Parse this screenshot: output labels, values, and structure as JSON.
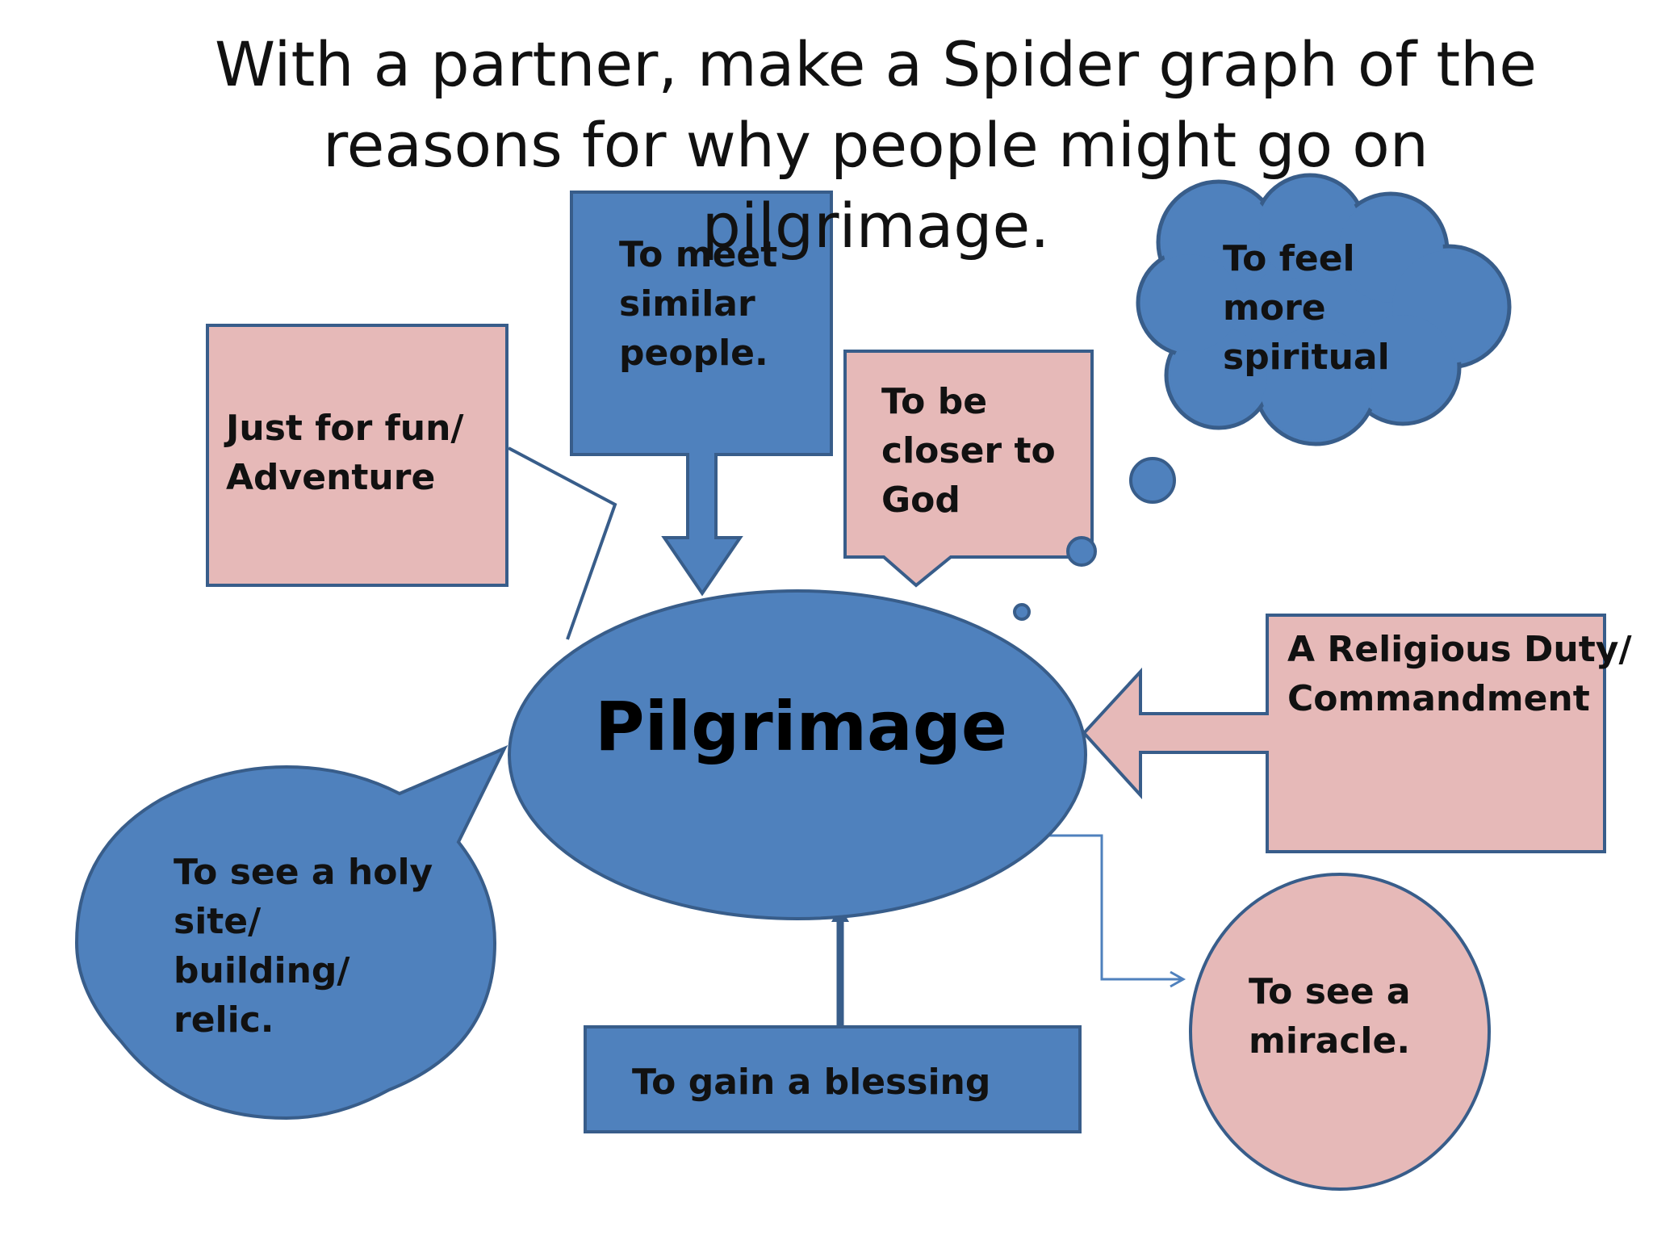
{
  "title": "With a partner, make a Spider graph of the reasons for why people might go on pilgrimage.",
  "center": "Pilgrimage",
  "reasons": {
    "fun": "Just for fun/\nAdventure",
    "meet": "To meet\nsimilar\npeople.",
    "closer": "To be\ncloser to\nGod",
    "spiritual": "To feel\nmore\nspiritual",
    "duty": "A Religious Duty/\nCommandment",
    "holy": "To see a holy\nsite/\nbuilding/\nrelic.",
    "blessing": "To gain a blessing",
    "miracle": "To see a\nmiracle."
  },
  "colors": {
    "blue": "#4f81bd",
    "blue_dark": "#385d8a",
    "pink": "#e6b9b8",
    "pink_border": "#4f81bd"
  }
}
